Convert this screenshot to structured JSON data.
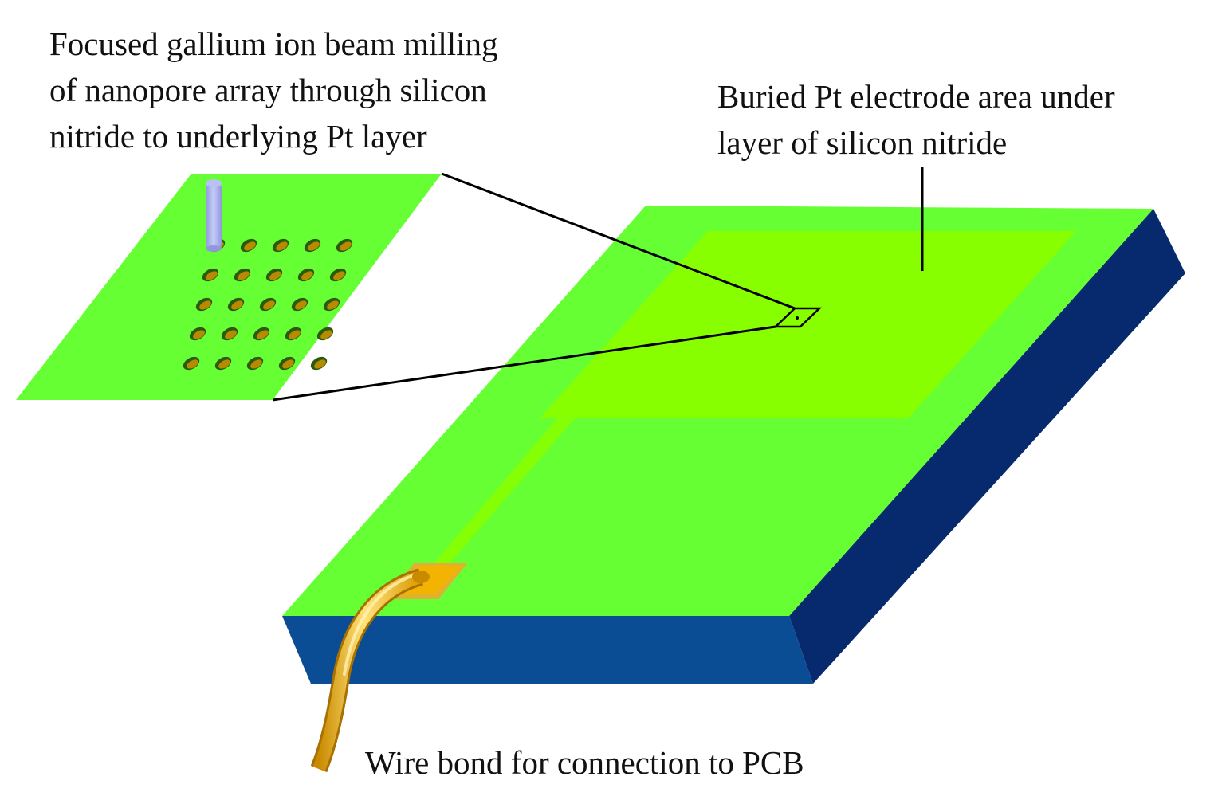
{
  "labels": {
    "fib": [
      "Focused gallium ion beam milling",
      "of nanopore array through silicon",
      "nitride to underlying Pt layer"
    ],
    "pt": [
      "Buried Pt electrode area under",
      "layer of silicon nitride"
    ],
    "wire": "Wire bond for connection to PCB"
  },
  "colors": {
    "silicon_nitride": "#66ff33",
    "pt_area": "#88ff00",
    "substrate_front": "#0a4d94",
    "substrate_side": "#072a6e",
    "gold": "#f2b400",
    "beam": "#aab2f0",
    "pore": "#b88a00",
    "line": "#000000"
  },
  "icons": {
    "beam": "ion-beam-icon",
    "pore": "nanopore-icon",
    "wire": "wire-bond-icon"
  }
}
